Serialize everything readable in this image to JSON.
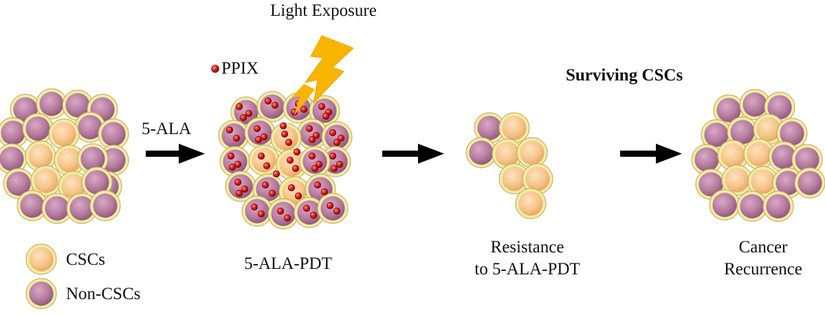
{
  "title_light": "Light Exposure",
  "ppix_label": "PPIX",
  "arrow_label": "5-ALA",
  "surviving_title": "Surviving CSCs",
  "stage_labels": {
    "pdt": "5-ALA-PDT",
    "resistance_line1": "Resistance",
    "resistance_line2": "to 5-ALA-PDT",
    "recurrence_line1": "Cancer",
    "recurrence_line2": "Recurrence"
  },
  "legend": {
    "csc": "CSCs",
    "non_csc": "Non-CSCs"
  },
  "colors": {
    "csc_fill": "#f6c58b",
    "csc_rim": "#f3eca0",
    "non_csc_fill": "#b57a9e",
    "non_csc_rim": "#f3eca0",
    "ppix": "#d21a1a",
    "lightning": "#f7b500",
    "arrow": "#000000"
  }
}
